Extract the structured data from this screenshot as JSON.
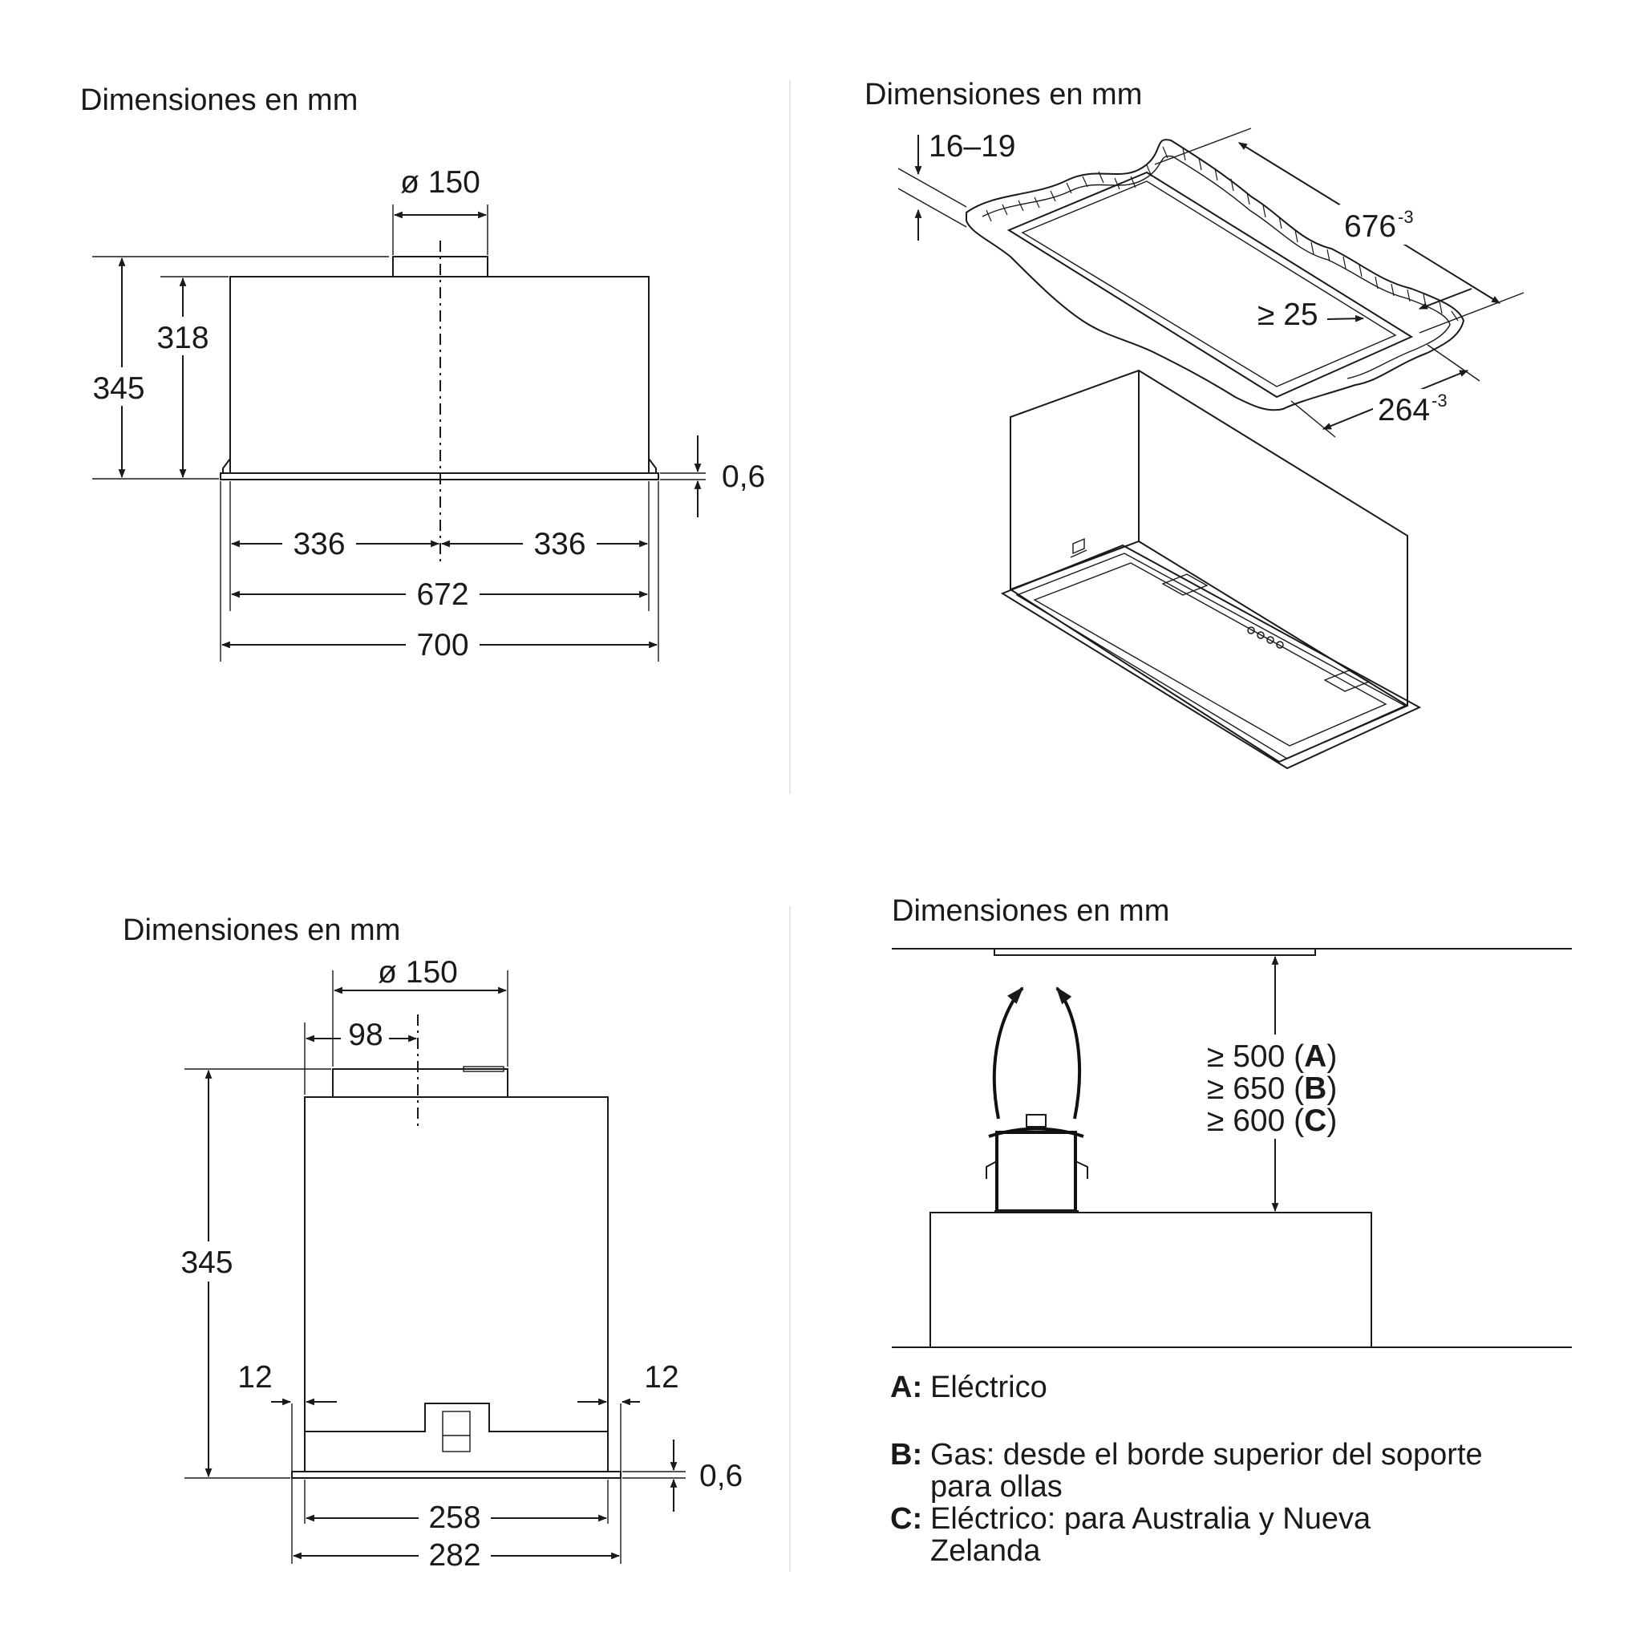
{
  "panel_top_left": {
    "heading": "Dimensiones en mm",
    "dim_diameter": "ø 150",
    "dim_height_total": "345",
    "dim_height_body": "318",
    "dim_frame_thickness": "0,6",
    "dim_half_left": "336",
    "dim_half_right": "336",
    "dim_body_width": "672",
    "dim_total_width": "700"
  },
  "panel_top_right": {
    "heading": "Dimensiones en mm",
    "dim_board_thickness": "16–19",
    "dim_cutout_length": "676",
    "dim_cutout_length_tol": "-3",
    "dim_min_edge": "≥ 25",
    "dim_cutout_width": "264",
    "dim_cutout_width_tol": "-3"
  },
  "panel_bottom_left": {
    "heading": "Dimensiones en mm",
    "dim_diameter": "ø 150",
    "dim_offset": "98",
    "dim_height_total": "345",
    "dim_side_left": "12",
    "dim_side_right": "12",
    "dim_frame_thickness": "0,6",
    "dim_body_depth": "258",
    "dim_total_depth": "282"
  },
  "panel_bottom_right": {
    "heading": "Dimensiones en mm",
    "clearance_a": "≥ 500 (",
    "clearance_a_letter": "A",
    "clearance_b": "≥ 650 (",
    "clearance_b_letter": "B",
    "clearance_c": "≥ 600 (",
    "clearance_c_letter": "C",
    "close_paren": ")",
    "legend": [
      {
        "key": "A:",
        "lines": [
          "Eléctrico"
        ]
      },
      {
        "key": "B:",
        "lines": [
          "Gas: desde el borde superior del soporte",
          "para ollas"
        ]
      },
      {
        "key": "C:",
        "lines": [
          "Eléctrico: para Australia y Nueva",
          "Zelanda"
        ]
      }
    ]
  }
}
